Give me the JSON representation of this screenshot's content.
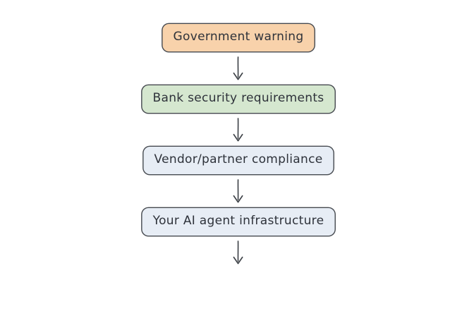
{
  "page": {
    "background_color": "#ffffff"
  },
  "diagram": {
    "type": "flowchart",
    "direction": "top-down",
    "style": "hand-drawn",
    "stroke_color": "#45494f",
    "text_color": "#2e323a",
    "arrow_color": "#3c4046",
    "nodes": [
      {
        "id": "government-warning",
        "label": "Government warning",
        "fill": "#f8d2ab"
      },
      {
        "id": "bank-security-requirements",
        "label": "Bank security requirements",
        "fill": "#d5e7cf"
      },
      {
        "id": "vendor-partner-compliance",
        "label": "Vendor/partner compliance",
        "fill": "#e7edf5"
      },
      {
        "id": "your-ai-agent-infrastructure",
        "label": "Your AI agent infrastructure",
        "fill": "#e7edf5"
      }
    ],
    "edges": [
      {
        "from": "government-warning",
        "to": "bank-security-requirements"
      },
      {
        "from": "bank-security-requirements",
        "to": "vendor-partner-compliance"
      },
      {
        "from": "vendor-partner-compliance",
        "to": "your-ai-agent-infrastructure"
      },
      {
        "from": "your-ai-agent-infrastructure",
        "to": null
      }
    ]
  }
}
